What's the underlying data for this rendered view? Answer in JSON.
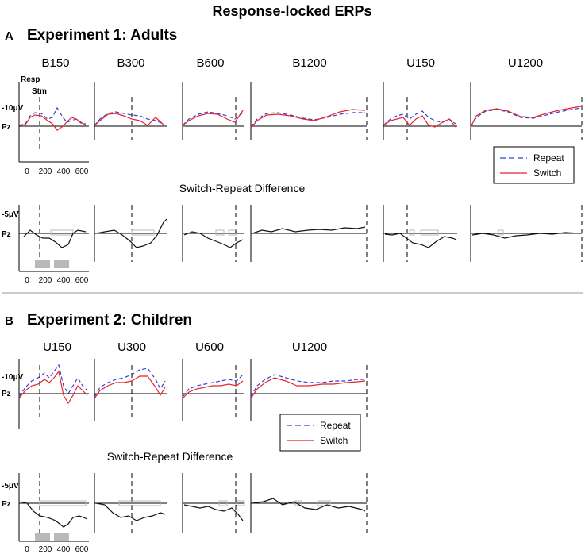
{
  "title": "Response-locked ERPs",
  "panel_a": {
    "letter": "A",
    "heading": "Experiment 1: Adults",
    "conditions": [
      "B150",
      "B300",
      "B600",
      "B1200",
      "U150",
      "U1200"
    ],
    "y_label_erp": "-10μV",
    "y_label_diff": "-5μV",
    "electrode": "Pz",
    "resp_label": "Resp",
    "stm_label": "Stm",
    "x_ticks": [
      "0",
      "200",
      "400",
      "600"
    ],
    "diff_title": "Switch-Repeat Difference"
  },
  "panel_b": {
    "letter": "B",
    "heading": "Experiment 2: Children",
    "conditions": [
      "U150",
      "U300",
      "U600",
      "U1200"
    ],
    "y_label_erp": "-10μV",
    "y_label_diff": "-5μV",
    "electrode": "Pz",
    "x_ticks": [
      "0",
      "200",
      "400",
      "600"
    ],
    "diff_title": "Switch-Repeat Difference"
  },
  "legend": {
    "repeat": "Repeat",
    "switch": "Switch"
  },
  "colors": {
    "repeat": "#3340d8",
    "switch": "#e8232b",
    "difference": "#111111",
    "significance_bar": "#b9b9b9",
    "separator": "#9a9a9a"
  }
}
